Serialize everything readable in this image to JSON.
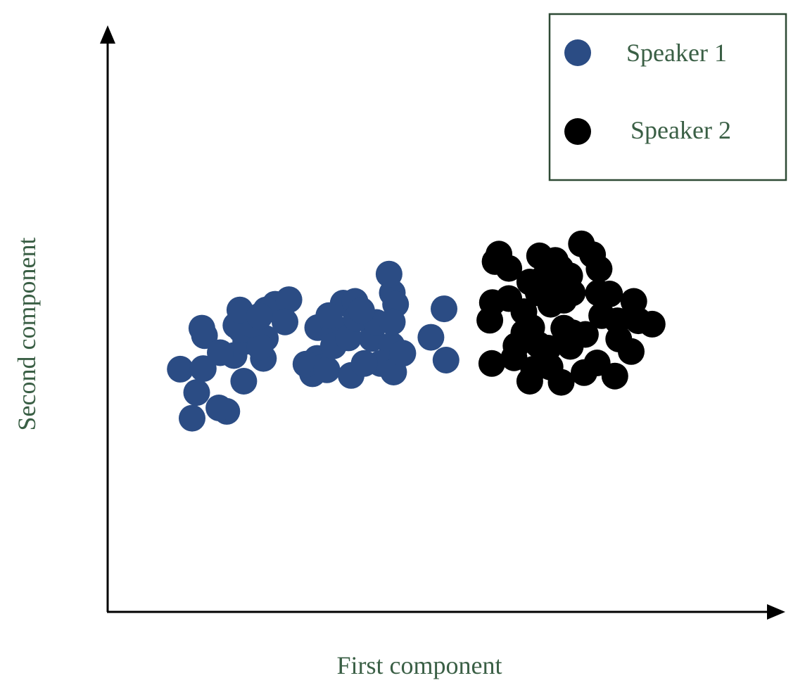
{
  "chart_data": {
    "type": "scatter",
    "title": "",
    "xlabel": "First component",
    "ylabel": "Second component",
    "xlim": [
      0,
      10
    ],
    "ylim": [
      0,
      10
    ],
    "grid": false,
    "axis_ticks": false,
    "legend": {
      "placement": "top-right"
    },
    "series": [
      {
        "name": "Speaker 1",
        "color": "#2b4c84",
        "points": [
          [
            1.48,
            4.85
          ],
          [
            1.11,
            4.26
          ],
          [
            1.46,
            4.27
          ],
          [
            1.44,
            4.98
          ],
          [
            1.96,
            5.03
          ],
          [
            1.93,
            4.5
          ],
          [
            2.56,
            5.4
          ],
          [
            2.11,
            4.75
          ],
          [
            1.36,
            3.85
          ],
          [
            3.13,
            4.18
          ],
          [
            3.21,
            4.99
          ],
          [
            2.42,
            5.3
          ],
          [
            2.38,
            4.45
          ],
          [
            2.08,
            4.05
          ],
          [
            1.82,
            3.52
          ],
          [
            1.72,
            4.55
          ],
          [
            2.04,
            4.95
          ],
          [
            2.41,
            4.8
          ],
          [
            3.2,
            4.45
          ],
          [
            2.33,
            4.65
          ],
          [
            2.2,
            5.05
          ],
          [
            2.02,
            5.3
          ],
          [
            3.03,
            4.35
          ],
          [
            3.29,
            4.3
          ],
          [
            3.35,
            4.25
          ],
          [
            1.29,
            3.4
          ],
          [
            1.7,
            3.58
          ],
          [
            2.32,
            5.19
          ],
          [
            2.77,
            5.48
          ],
          [
            2.71,
            5.09
          ],
          [
            3.46,
            5.0
          ],
          [
            3.72,
            4.15
          ],
          [
            3.6,
            5.42
          ],
          [
            3.78,
            5.45
          ],
          [
            4.04,
            4.8
          ],
          [
            3.45,
            4.67
          ],
          [
            4.34,
            4.68
          ],
          [
            4.17,
            4.36
          ],
          [
            4.37,
            4.21
          ],
          [
            3.92,
            4.36
          ],
          [
            3.68,
            4.81
          ],
          [
            4.51,
            4.54
          ],
          [
            3.8,
            5.15
          ],
          [
            4.11,
            5.08
          ],
          [
            3.38,
            5.2
          ],
          [
            5.14,
            5.32
          ],
          [
            5.17,
            4.42
          ],
          [
            3.88,
            5.29
          ],
          [
            4.35,
            5.6
          ],
          [
            4.3,
            5.93
          ],
          [
            4.4,
            5.4
          ],
          [
            4.94,
            4.82
          ],
          [
            4.35,
            5.09
          ]
        ]
      },
      {
        "name": "Speaker 2",
        "color": "#000000",
        "points": [
          [
            5.87,
            4.36
          ],
          [
            6.21,
            4.46
          ],
          [
            6.51,
            4.26
          ],
          [
            6.24,
            4.67
          ],
          [
            6.58,
            4.69
          ],
          [
            6.67,
            4.41
          ],
          [
            6.45,
            4.05
          ],
          [
            6.76,
            4.3
          ],
          [
            6.93,
            4.03
          ],
          [
            7.28,
            4.2
          ],
          [
            7.07,
            4.66
          ],
          [
            7.48,
            4.37
          ],
          [
            7.75,
            4.14
          ],
          [
            7.81,
            4.79
          ],
          [
            8.0,
            4.57
          ],
          [
            7.79,
            5.11
          ],
          [
            7.55,
            5.2
          ],
          [
            8.04,
            5.45
          ],
          [
            8.11,
            5.11
          ],
          [
            8.32,
            5.05
          ],
          [
            7.67,
            5.58
          ],
          [
            7.5,
            5.6
          ],
          [
            7.3,
            4.87
          ],
          [
            6.97,
            4.98
          ],
          [
            7.1,
            5.6
          ],
          [
            7.51,
            6.02
          ],
          [
            7.41,
            6.27
          ],
          [
            6.92,
            6.03
          ],
          [
            7.24,
            6.46
          ],
          [
            6.84,
            6.17
          ],
          [
            6.6,
            6.25
          ],
          [
            6.45,
            5.79
          ],
          [
            6.13,
            6.03
          ],
          [
            5.98,
            6.28
          ],
          [
            5.92,
            6.15
          ],
          [
            6.65,
            5.85
          ],
          [
            6.84,
            5.65
          ],
          [
            7.06,
            5.9
          ],
          [
            6.77,
            5.4
          ],
          [
            6.13,
            5.5
          ],
          [
            6.36,
            5.27
          ],
          [
            5.84,
            5.12
          ],
          [
            5.88,
            5.43
          ],
          [
            6.36,
            4.9
          ],
          [
            6.48,
            4.99
          ],
          [
            6.73,
            4.63
          ],
          [
            6.97,
            5.47
          ],
          [
            7.1,
            4.9
          ],
          [
            6.58,
            5.6
          ]
        ]
      }
    ]
  }
}
